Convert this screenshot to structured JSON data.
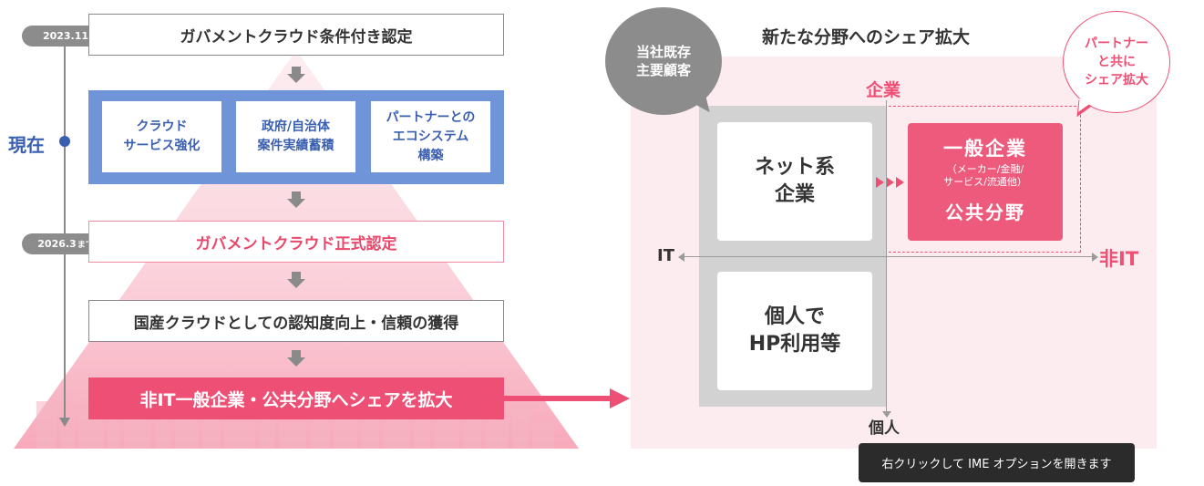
{
  "left": {
    "date_start": "2023.11",
    "date_mid": "2026.3",
    "date_mid_suffix": "まで",
    "now_label": "現在",
    "step1": "ガバメントクラウド条件付き認定",
    "cards": [
      "クラウド\nサービス強化",
      "政府/自治体\n案件実績蓄積",
      "パートナーとの\nエコシステム\n構築"
    ],
    "step2": "ガバメントクラウド正式認定",
    "step3": "国産クラウドとしての認知度向上・信頼の獲得",
    "step4": "非IT一般企業・公共分野へシェアを拡大"
  },
  "right": {
    "title": "新たな分野へのシェア拡大",
    "bubble_existing": "当社既存\n主要顧客",
    "bubble_partner": "パートナー\nと共に\nシェア拡大",
    "axis_top": "企業",
    "axis_bottom": "個人",
    "axis_left": "IT",
    "axis_right": "非IT",
    "q_net": "ネット系\n企業",
    "q_personal": "個人で\nHP利用等",
    "q_general_title": "一般企業",
    "q_general_sub": "（メーカー/金融/\nサービス/流通他）",
    "q_public": "公共分野"
  },
  "tooltip": "右クリックして IME オプションを開きます",
  "colors": {
    "accent_red": "#ee4f74",
    "accent_blue": "#6f95d8",
    "gray": "#8a8a8a",
    "pink_bg": "#fdecef"
  }
}
